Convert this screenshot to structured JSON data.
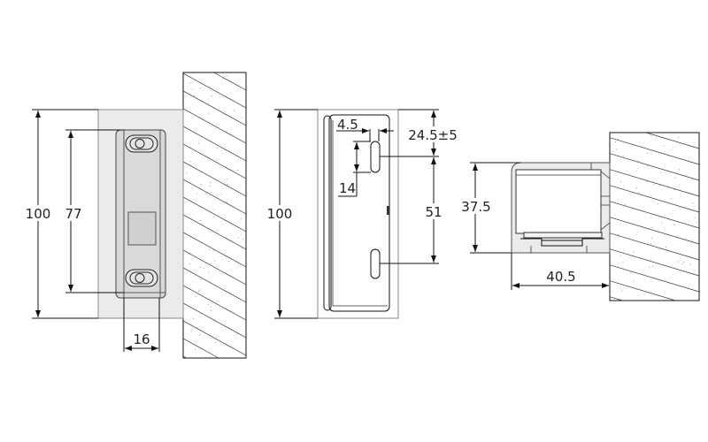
{
  "drawing": {
    "front_view": {
      "height_label": "100",
      "hole_spacing_label": "77",
      "width_label": "16"
    },
    "side_view": {
      "height_label": "100",
      "slot_offset_label": "4.5",
      "top_offset_label": "24.5±5",
      "slot_length_label": "14",
      "slot_spacing_label": "51"
    },
    "top_view": {
      "height_label": "37.5",
      "depth_label": "40.5"
    }
  }
}
